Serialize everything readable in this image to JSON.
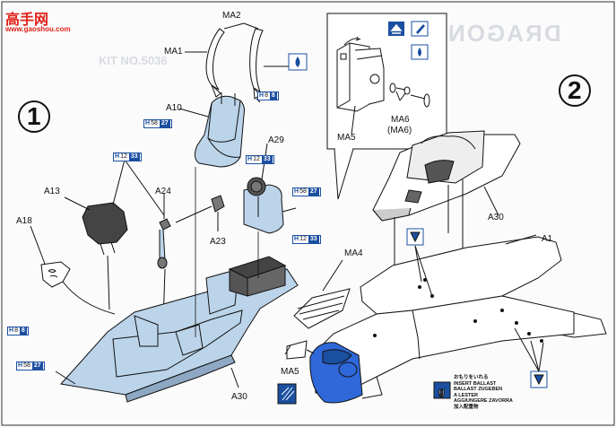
{
  "watermark": {
    "title": "高手网",
    "url": "www.gaoshou.com"
  },
  "background_text": {
    "brand": "DRAGON",
    "kit": "KIT NO.5036"
  },
  "steps": [
    "1",
    "2"
  ],
  "labels": {
    "MA1": "MA1",
    "MA2": "MA2",
    "A10": "A10",
    "A29": "A29",
    "A24": "A24",
    "A13": "A13",
    "A18": "A18",
    "A23": "A23",
    "A30_left": "A30",
    "A30_right": "A30",
    "MA5_inset": "MA5",
    "MA6": "MA6",
    "MA6_alt": "(MA6)",
    "MA4": "MA4",
    "MA5": "MA5",
    "A1": "A1"
  },
  "paint_codes": {
    "h58a": {
      "h": "H",
      "code": "58",
      "num": "27"
    },
    "h12a": {
      "h": "H",
      "code": "12",
      "num": "33"
    },
    "h12b": {
      "h": "H",
      "code": "12",
      "num": "33"
    },
    "h8a": {
      "h": "H",
      "code": "8",
      "num": "8"
    },
    "h58b": {
      "h": "H",
      "code": "58",
      "num": "27"
    },
    "h12c": {
      "h": "H",
      "code": "12",
      "num": "33"
    },
    "h8b": {
      "h": "H",
      "code": "8",
      "num": "8"
    },
    "h58c": {
      "h": "H",
      "code": "58",
      "num": "27"
    }
  },
  "ballast": {
    "jp": "おもりをいれる",
    "en": "INSERT BALLAST",
    "de": "BALLAST ZUGEBEN",
    "fr": "A LESTER",
    "it": "AGGIUNGERE ZAVORRA",
    "cn": "加入配重物",
    "weight": "g"
  },
  "colors": {
    "part_fill": "#bcd4ea",
    "accent_blue": "#1b4fa0",
    "bright_blue": "#2f68d8",
    "watermark_red": "#e0221a"
  }
}
